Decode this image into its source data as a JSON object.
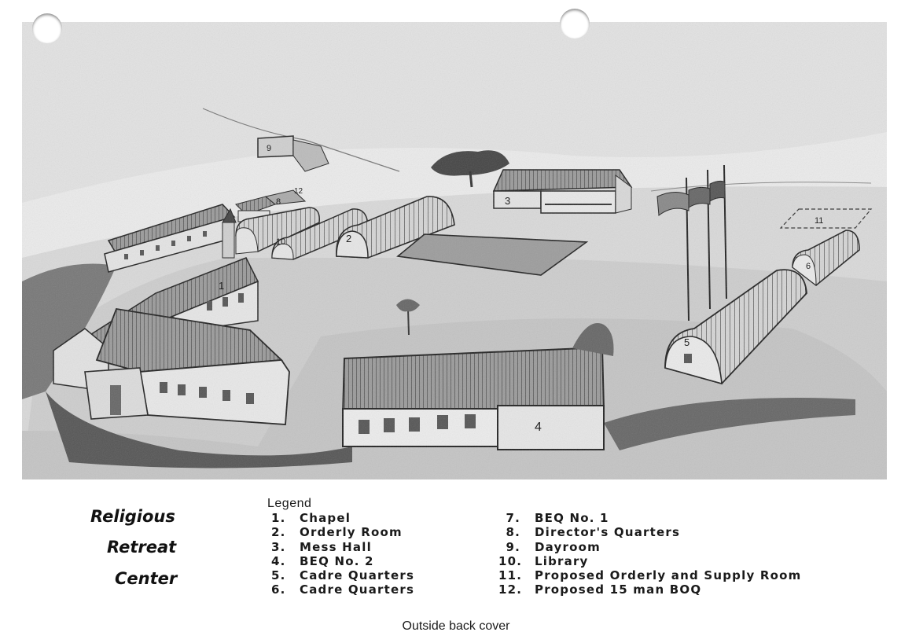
{
  "title": [
    "Religious",
    "Retreat",
    "Center"
  ],
  "legend": {
    "heading": "Legend",
    "items": [
      {
        "num": "1.",
        "label": "Chapel"
      },
      {
        "num": "2.",
        "label": "Orderly Room"
      },
      {
        "num": "3.",
        "label": "Mess Hall"
      },
      {
        "num": "4.",
        "label": "BEQ No. 2"
      },
      {
        "num": "5.",
        "label": "Cadre Quarters"
      },
      {
        "num": "6.",
        "label": "Cadre Quarters"
      },
      {
        "num": "7.",
        "label": "BEQ No. 1"
      },
      {
        "num": "8.",
        "label": "Director's Quarters"
      },
      {
        "num": "9.",
        "label": "Dayroom"
      },
      {
        "num": "10.",
        "label": "Library"
      },
      {
        "num": "11.",
        "label": "Proposed Orderly and Supply Room"
      },
      {
        "num": "12.",
        "label": "Proposed 15 man BOQ"
      }
    ]
  },
  "map_labels": [
    "1",
    "2",
    "3",
    "4",
    "5",
    "6",
    "9",
    "10",
    "8",
    "12",
    "11"
  ],
  "caption": "Outside back cover"
}
